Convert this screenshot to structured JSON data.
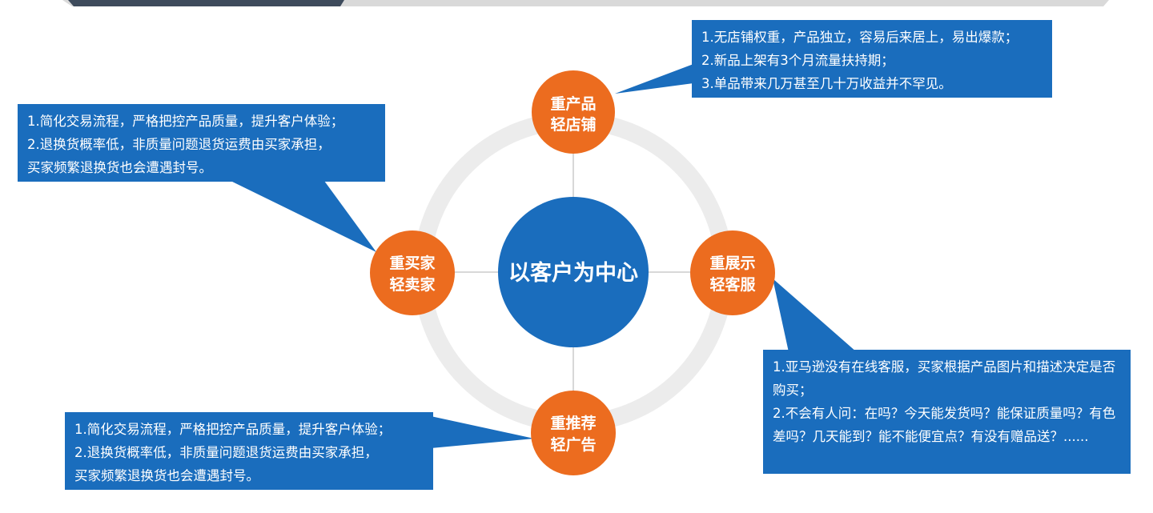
{
  "colors": {
    "blue": "#1a6dbd",
    "orange": "#ec6c1f",
    "ring": "#ececec",
    "top_bar_dark": "#3e4b5c",
    "top_bar_light": "#d9d9d9"
  },
  "center": {
    "label": "以客户为中心"
  },
  "nodes": [
    {
      "id": "top",
      "line1": "重产品",
      "line2": "轻店铺"
    },
    {
      "id": "left",
      "line1": "重买家",
      "line2": "轻卖家"
    },
    {
      "id": "right",
      "line1": "重展示",
      "line2": "轻客服"
    },
    {
      "id": "bottom",
      "line1": "重推荐",
      "line2": "轻广告"
    }
  ],
  "callouts": {
    "top_right": {
      "lines": [
        "1.无店铺权重，产品独立，容易后来居上，易出爆款；",
        "2.新品上架有3个月流量扶持期；",
        "3.单品带来几万甚至几十万收益并不罕见。"
      ]
    },
    "top_left": {
      "lines": [
        "1.简化交易流程，严格把控产品质量，提升客户体验；",
        "2.退换货概率低，非质量问题退货运费由买家承担，",
        "买家频繁退换货也会遭遇封号。"
      ]
    },
    "bottom_left": {
      "lines": [
        "1.简化交易流程，严格把控产品质量，提升客户体验；",
        "2.退换货概率低，非质量问题退货运费由买家承担，",
        "买家频繁退换货也会遭遇封号。"
      ]
    },
    "bottom_right": {
      "lines": [
        "1.亚马逊没有在线客服，买家根据产品图片和描述决定是否购买；",
        "2.不会有人问：在吗？今天能发货吗？能保证质量吗？有色差吗？几天能到？能不能便宜点？有没有赠品送？......"
      ]
    }
  }
}
